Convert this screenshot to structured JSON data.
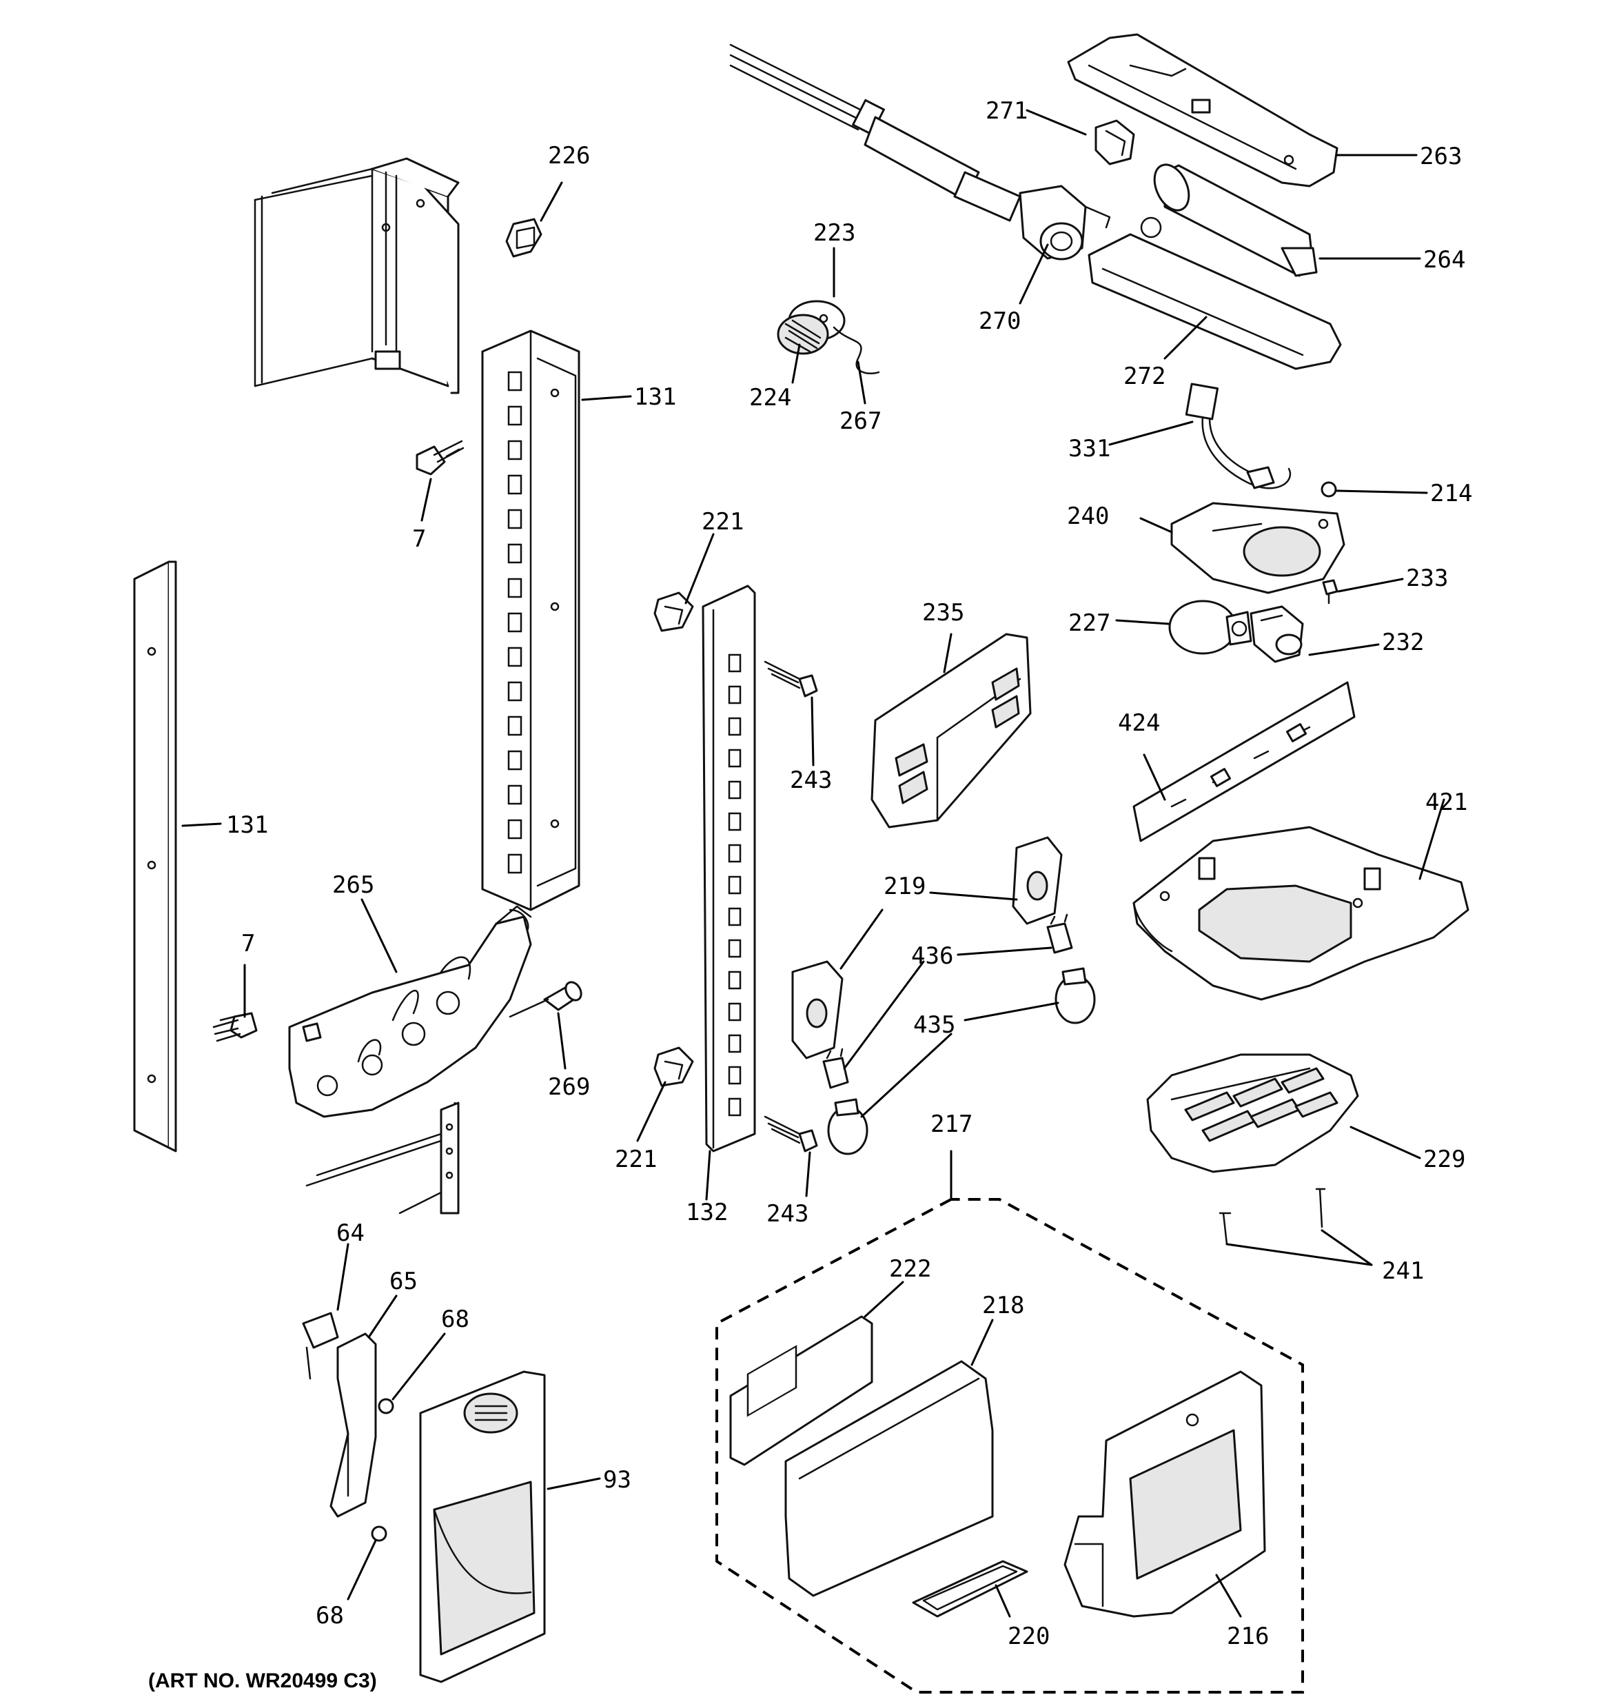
{
  "art_number": "(ART NO. WR20499 C3)",
  "callouts": {
    "p271": "271",
    "p263": "263",
    "p264": "264",
    "p270": "270",
    "p272": "272",
    "p226": "226",
    "p223": "223",
    "p224": "224",
    "p267": "267",
    "p131_top": "131",
    "p131_left": "131",
    "p7_top": "7",
    "p7_bottom": "7",
    "p331": "331",
    "p214": "214",
    "p240": "240",
    "p233": "233",
    "p227": "227",
    "p232": "232",
    "p221_top": "221",
    "p221_bottom": "221",
    "p235": "235",
    "p243_top": "243",
    "p243_bottom": "243",
    "p424": "424",
    "p421": "421",
    "p265": "265",
    "p219": "219",
    "p436": "436",
    "p435": "435",
    "p269": "269",
    "p132": "132",
    "p217": "217",
    "p229": "229",
    "p241": "241",
    "p64": "64",
    "p65": "65",
    "p68_top": "68",
    "p68_bottom": "68",
    "p93": "93",
    "p222": "222",
    "p218": "218",
    "p220": "220",
    "p216": "216"
  }
}
